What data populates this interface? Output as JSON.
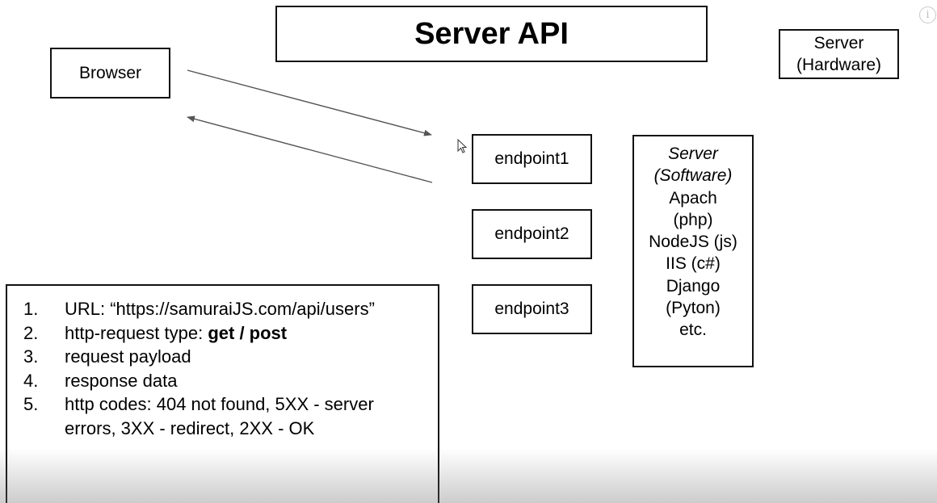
{
  "title": "Server API",
  "browser_label": "Browser",
  "server_hardware": {
    "line1": "Server",
    "line2": "(Hardware)"
  },
  "endpoints": [
    "endpoint1",
    "endpoint2",
    "endpoint3"
  ],
  "server_software": {
    "heading_line1": "Server",
    "heading_line2": "(Software)",
    "items": [
      "Apach",
      "(php)",
      "NodeJS (js)",
      "IIS (c#)",
      "Django",
      "(Pyton)",
      "etc."
    ]
  },
  "notes": [
    {
      "num": "1.",
      "text": "URL: “https://samuraiJS.com/api/users”"
    },
    {
      "num": "2.",
      "text": "http-request type: ",
      "bold": "get / post"
    },
    {
      "num": "3.",
      "text": "request payload"
    },
    {
      "num": "4.",
      "text": "response data"
    },
    {
      "num": "5.",
      "text": "http codes: 404 not found, 5XX - server errors, 3XX - redirect, 2XX - OK"
    }
  ],
  "icons": {
    "info": "info-icon",
    "cursor": "mouse-cursor-icon"
  },
  "colors": {
    "line": "#111111",
    "arrow": "#555555",
    "info": "#bdbdbd"
  }
}
